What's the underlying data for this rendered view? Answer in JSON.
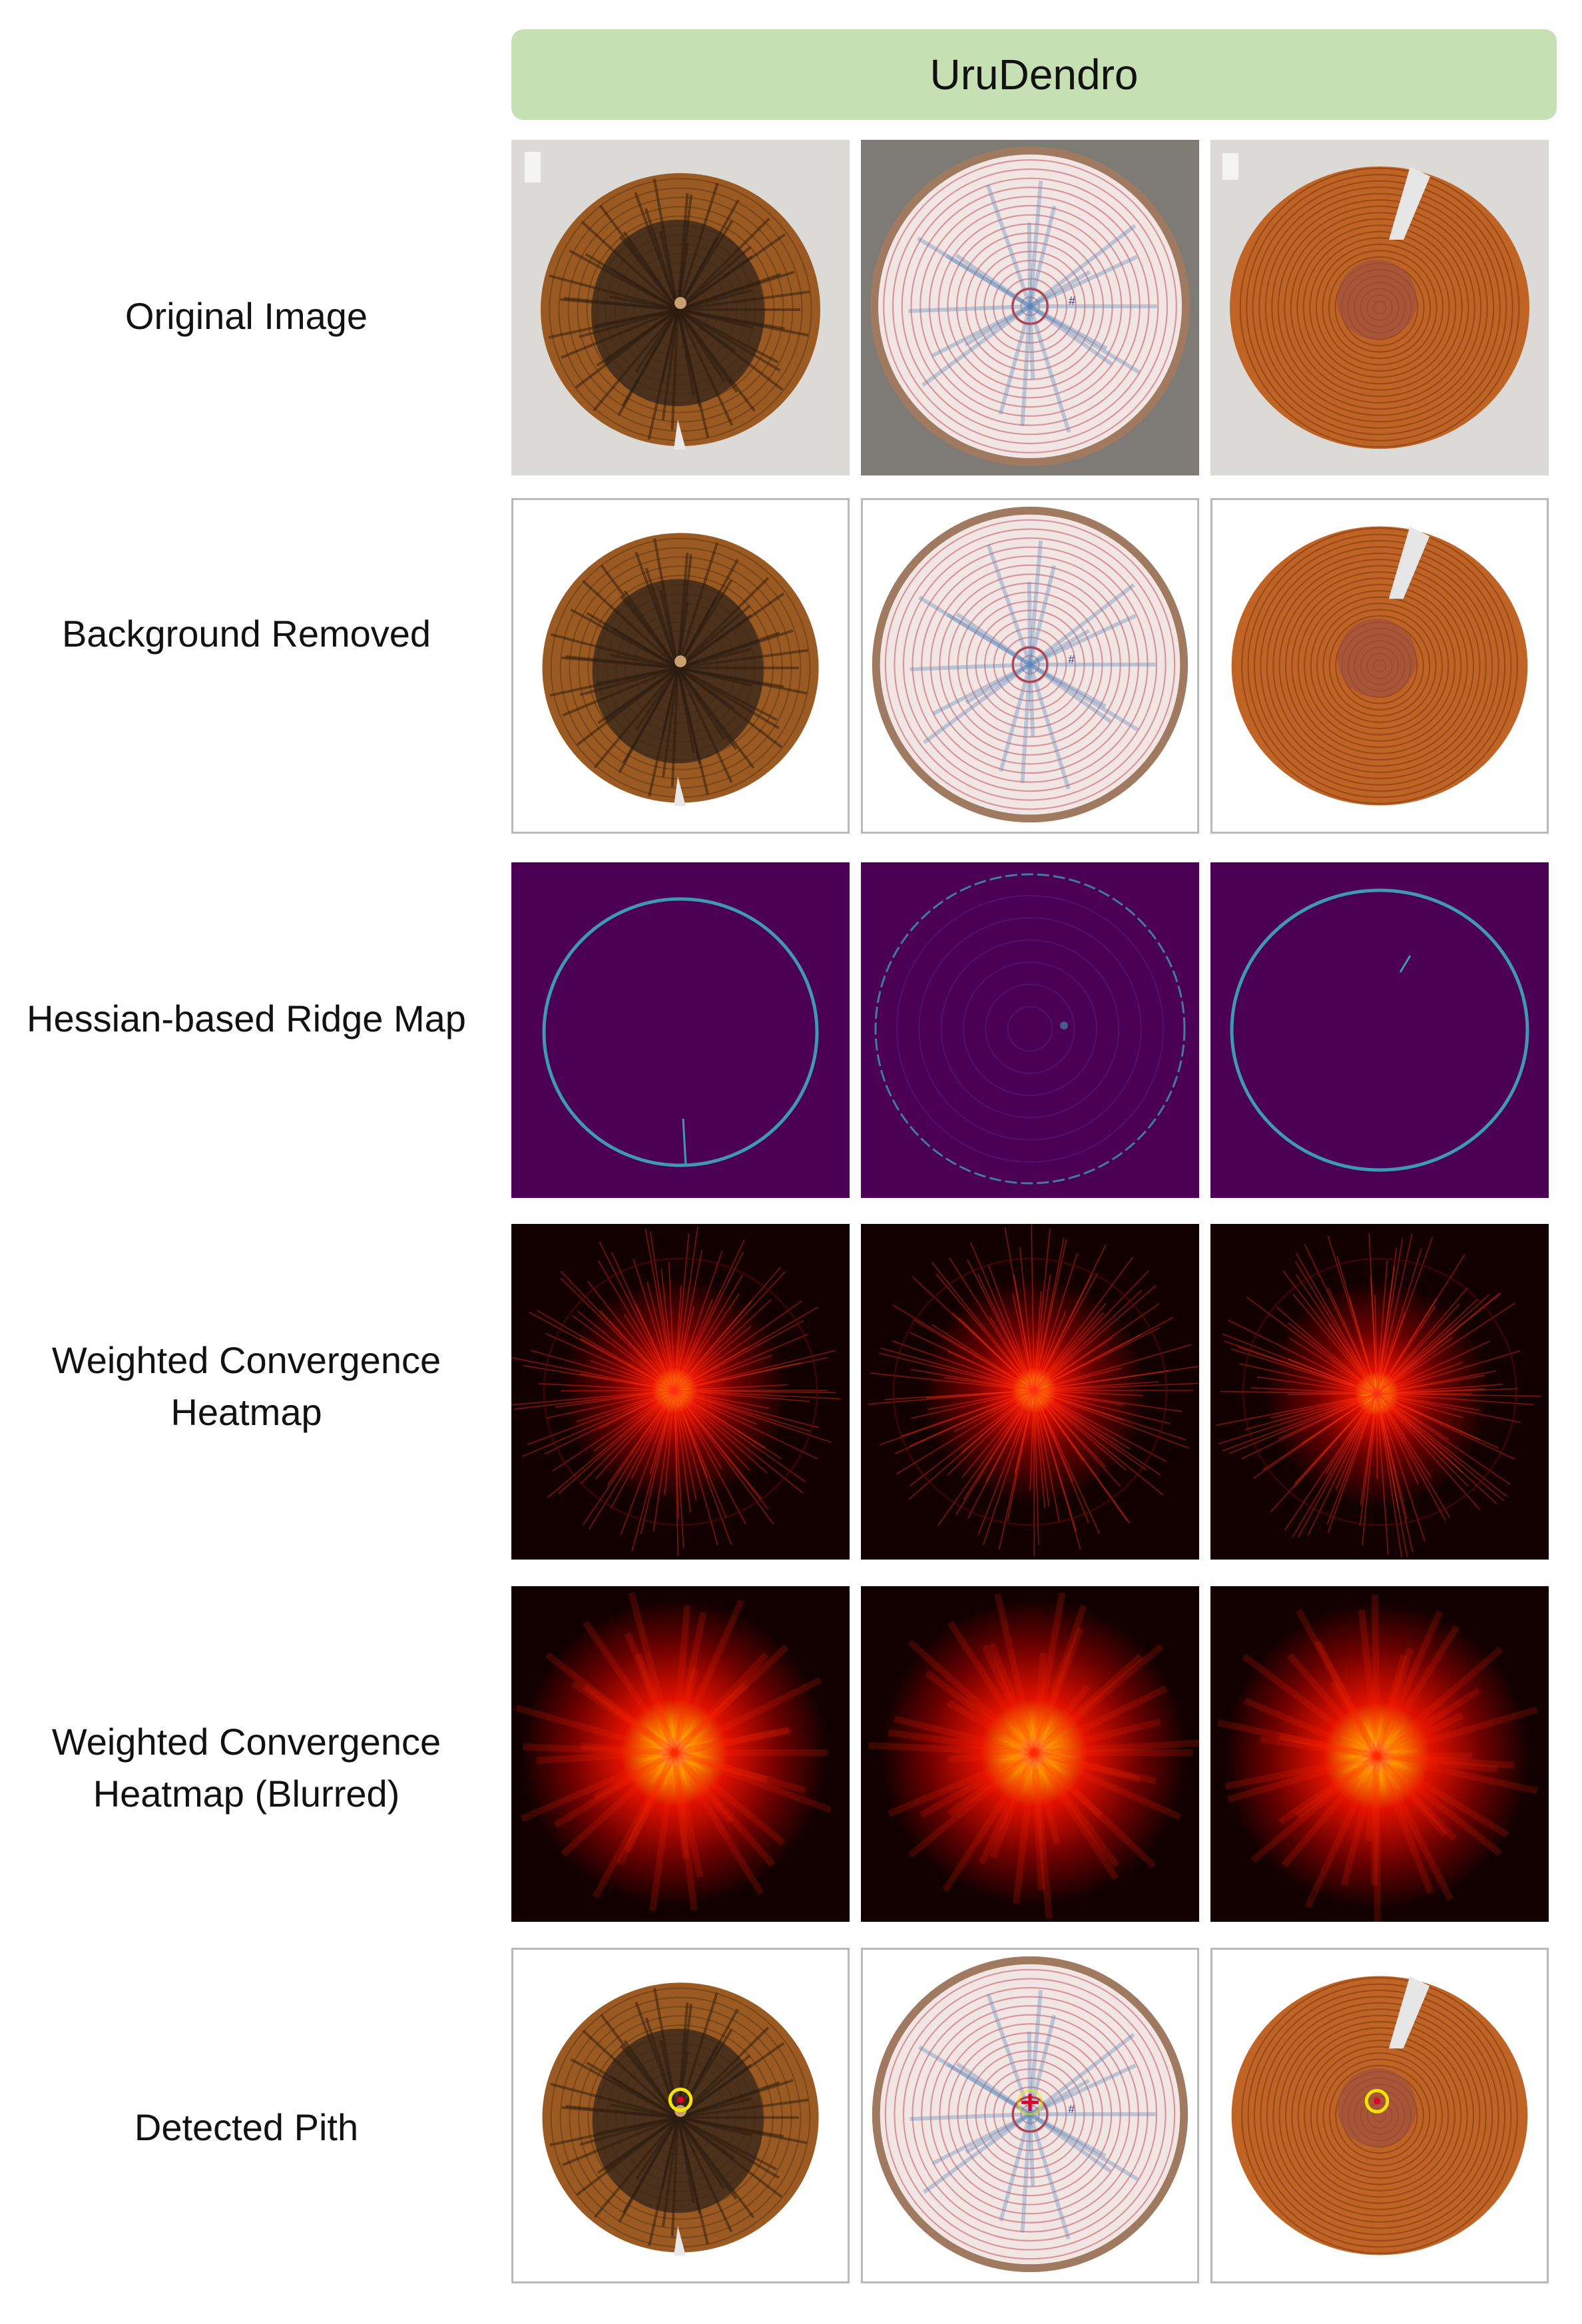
{
  "figure": {
    "header_title": "UruDendro",
    "rows": [
      {
        "label": "Original Image",
        "kind": "original"
      },
      {
        "label": "Background Removed",
        "kind": "removed"
      },
      {
        "label": "Hessian-based Ridge Map",
        "kind": "ridge"
      },
      {
        "label": "Weighted Convergence Heatmap",
        "kind": "heat"
      },
      {
        "label": "Weighted Convergence Heatmap (Blurred)",
        "kind": "blur"
      },
      {
        "label": "Detected Pith",
        "kind": "pith"
      }
    ],
    "samples": [
      "dark-stained disc",
      "annotated pale disc",
      "orange cracked disc"
    ],
    "colors": {
      "banner": "#c6e0b4",
      "ridge_background": "#4b0055",
      "ridge_line": "#3f9ab0",
      "heat_core": "#fff7a0",
      "pith_marker": "#f2e600",
      "pith_cross": "#e0002a"
    }
  }
}
